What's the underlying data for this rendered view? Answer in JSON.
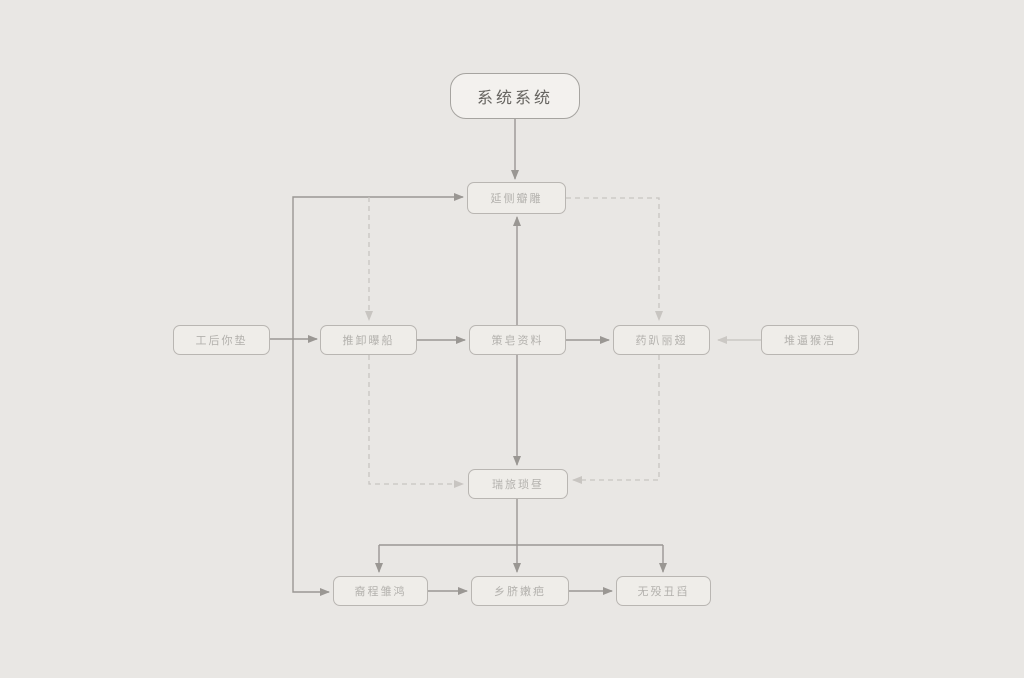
{
  "diagram": {
    "nodes": [
      {
        "id": "top",
        "label": "系统系统"
      },
      {
        "id": "mid-top",
        "label": "延侧瓣雕"
      },
      {
        "id": "far-left",
        "label": "工后你垫"
      },
      {
        "id": "left-center",
        "label": "推卸曝船"
      },
      {
        "id": "center",
        "label": "策皂资料"
      },
      {
        "id": "right-center",
        "label": "药趴丽翅"
      },
      {
        "id": "far-right",
        "label": "堆逼猴浩"
      },
      {
        "id": "lower-mid",
        "label": "瑞旅琐昼"
      },
      {
        "id": "bottom-left",
        "label": "裔程雏鸿"
      },
      {
        "id": "bottom-center",
        "label": "乡脐嫩疤"
      },
      {
        "id": "bottom-right",
        "label": "无殁丑舀"
      }
    ],
    "colors": {
      "background": "#e9e7e4",
      "node_fill": "#efede9",
      "node_border": "#b9b6b2",
      "title_node_fill": "#f3f1ee",
      "title_text": "#666460",
      "faint_text": "#b3b1ad",
      "connector_solid": "#9a9793",
      "connector_dashed": "#c8c5c1",
      "connector_light": "#cbc8c4"
    }
  }
}
